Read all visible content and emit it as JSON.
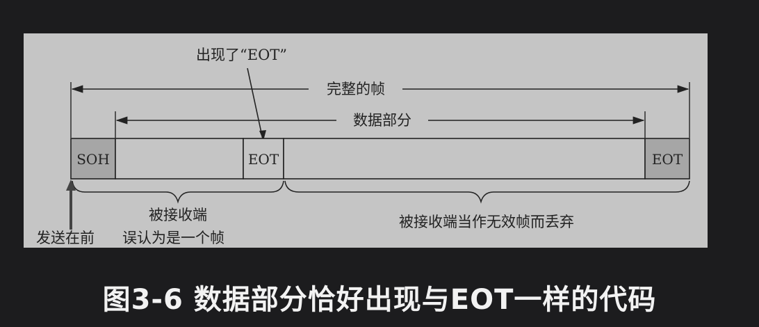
{
  "figure": {
    "callout_eot": "出现了“EOT”",
    "full_frame_label": "完整的帧",
    "data_part_label": "数据部分",
    "field_soh": "SOH",
    "field_eot_mid": "EOT",
    "field_eot_end": "EOT",
    "receiver_line1": "被接收端",
    "receiver_line2": "误认为是一个帧",
    "sent_first": "发送在前",
    "discard_label": "被接收端当作无效帧而丢弃",
    "colors": {
      "panel": "#c5c5c5",
      "field_fill": "#a6a6a6",
      "line": "#222222"
    }
  },
  "caption": "图3-6  数据部分恰好出现与EOT一样的代码"
}
